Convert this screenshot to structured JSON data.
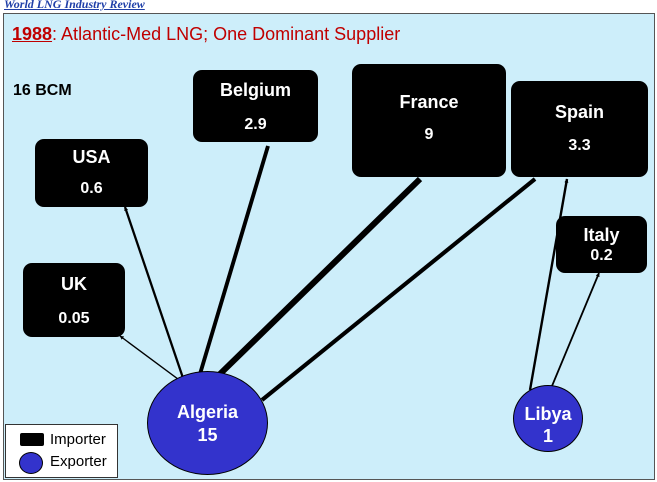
{
  "header": "World LNG Industry Review",
  "title": {
    "year": "1988",
    "rest": ": Atlantic-Med LNG; One Dominant Supplier"
  },
  "total": "16 BCM",
  "importers": {
    "usa": {
      "name": "USA",
      "value": "0.6"
    },
    "uk": {
      "name": "UK",
      "value": "0.05"
    },
    "belgium": {
      "name": "Belgium",
      "value": "2.9"
    },
    "france": {
      "name": "France",
      "value": "9"
    },
    "spain": {
      "name": "Spain",
      "value": "3.3"
    },
    "italy": {
      "name": "Italy",
      "value": "0.2"
    }
  },
  "exporters": {
    "algeria": {
      "name": "Algeria",
      "value": "15"
    },
    "libya": {
      "name": "Libya",
      "value": "1"
    }
  },
  "flows": [
    {
      "from": "Algeria",
      "to": "UK",
      "volume": 0.05
    },
    {
      "from": "Algeria",
      "to": "USA",
      "volume": 0.6
    },
    {
      "from": "Algeria",
      "to": "Belgium",
      "volume": 2.9
    },
    {
      "from": "Algeria",
      "to": "France",
      "volume": 9
    },
    {
      "from": "Algeria",
      "to": "Spain",
      "volume": 3.3
    },
    {
      "from": "Libya",
      "to": "Spain",
      "volume": 0.7
    },
    {
      "from": "Libya",
      "to": "Italy",
      "volume": 0.2
    }
  ],
  "legend": {
    "importer": "Importer",
    "exporter": "Exporter"
  },
  "colors": {
    "importer": "#000000",
    "exporter": "#3333cc",
    "title": "#c00000",
    "background": "#cdeefa"
  }
}
